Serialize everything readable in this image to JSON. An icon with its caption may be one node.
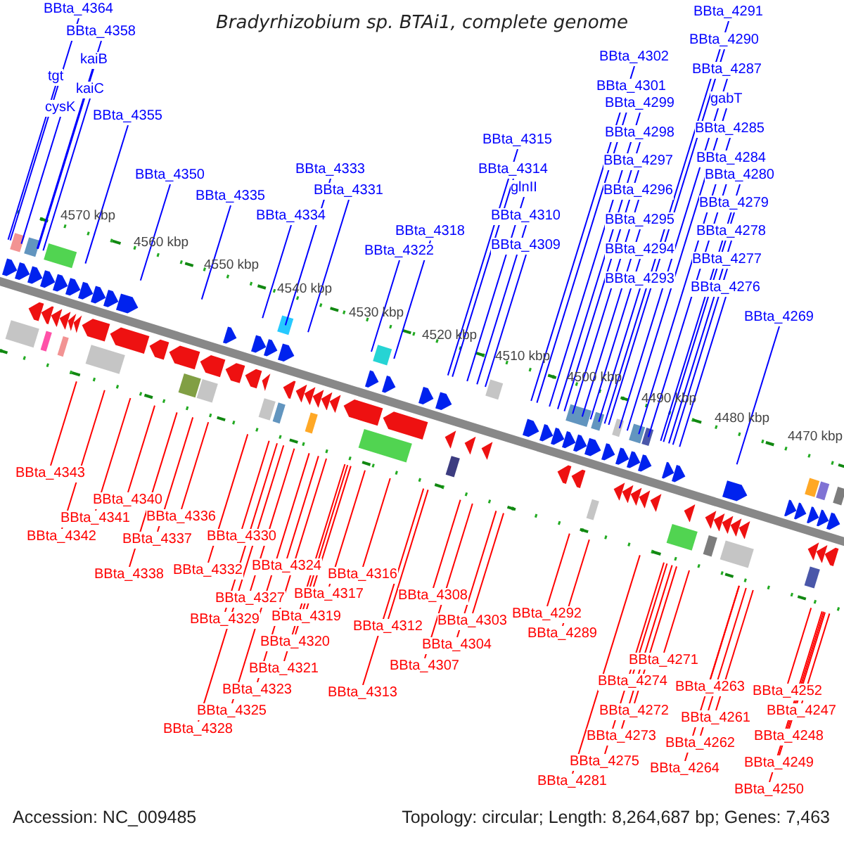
{
  "diagram": {
    "title": "Bradyrhizobium sp. BTAi1, complete genome",
    "nodes": [
      {
        "text": [
          "BBta_4364"
        ]
      },
      {
        "text": [
          "BBta_4358"
        ]
      },
      {
        "text": [
          "kaiB"
        ]
      },
      {
        "text": [
          "tgt"
        ]
      },
      {
        "text": [
          "kaiC"
        ]
      },
      {
        "text": [
          "cysK"
        ]
      },
      {
        "text": [
          "BBta_4355"
        ]
      },
      {
        "text": [
          "BBta_4350"
        ]
      },
      {
        "text": [
          "BBta_4335"
        ]
      },
      {
        "text": [
          "BBta_4333"
        ]
      },
      {
        "text": [
          "BBta_4334"
        ]
      },
      {
        "text": [
          "BBta_4331"
        ]
      },
      {
        "text": [
          "BBta_4318"
        ]
      },
      {
        "text": [
          "BBta_4322"
        ]
      },
      {
        "text": [
          "BBta_4315"
        ]
      },
      {
        "text": [
          "BBta_4314"
        ]
      },
      {
        "text": [
          "glnII"
        ]
      },
      {
        "text": [
          "BBta_4310"
        ]
      },
      {
        "text": [
          "BBta_4309"
        ]
      },
      {
        "text": [
          "BBta_4302"
        ]
      },
      {
        "text": [
          "BBta_4301"
        ]
      },
      {
        "text": [
          "BBta_4299"
        ]
      },
      {
        "text": [
          "BBta_4298"
        ]
      },
      {
        "text": [
          "BBta_4297"
        ]
      },
      {
        "text": [
          "BBta_4296"
        ]
      },
      {
        "text": [
          "BBta_4295"
        ]
      },
      {
        "text": [
          "BBta_4294"
        ]
      },
      {
        "text": [
          "BBta_4293"
        ]
      },
      {
        "text": [
          "BBta_4291"
        ]
      },
      {
        "text": [
          "BBta_4290"
        ]
      },
      {
        "text": [
          "BBta_4287"
        ]
      },
      {
        "text": [
          "gabT"
        ]
      },
      {
        "text": [
          "BBta_4285"
        ]
      },
      {
        "text": [
          "BBta_4284"
        ]
      },
      {
        "text": [
          "BBta_4280"
        ]
      },
      {
        "text": [
          "BBta_4279"
        ]
      },
      {
        "text": [
          "BBta_4278"
        ]
      },
      {
        "text": [
          "BBta_4277"
        ]
      },
      {
        "text": [
          "BBta_4276"
        ]
      },
      {
        "text": [
          "BBta_4269"
        ]
      },
      {
        "text": [
          "BBta_4343"
        ]
      },
      {
        "text": [
          "BBta_4340"
        ]
      },
      {
        "text": [
          "BBta_4341"
        ]
      },
      {
        "text": [
          "BBta_4336"
        ]
      },
      {
        "text": [
          "BBta_4342"
        ]
      },
      {
        "text": [
          "BBta_4337"
        ]
      },
      {
        "text": [
          "BBta_4330"
        ]
      },
      {
        "text": [
          "BBta_4338"
        ]
      },
      {
        "text": [
          "BBta_4332"
        ]
      },
      {
        "text": [
          "BBta_4324"
        ]
      },
      {
        "text": [
          "BBta_4316"
        ]
      },
      {
        "text": [
          "BBta_4327"
        ]
      },
      {
        "text": [
          "BBta_4317"
        ]
      },
      {
        "text": [
          "BBta_4329"
        ]
      },
      {
        "text": [
          "BBta_4319"
        ]
      },
      {
        "text": [
          "BBta_4312"
        ]
      },
      {
        "text": [
          "BBta_4320"
        ]
      },
      {
        "text": [
          "BBta_4321"
        ]
      },
      {
        "text": [
          "BBta_4313"
        ]
      },
      {
        "text": [
          "BBta_4323"
        ]
      },
      {
        "text": [
          "BBta_4325"
        ]
      },
      {
        "text": [
          "BBta_4328"
        ]
      },
      {
        "text": [
          "BBta_4308"
        ]
      },
      {
        "text": [
          "BBta_4303"
        ]
      },
      {
        "text": [
          "BBta_4304"
        ]
      },
      {
        "text": [
          "BBta_4307"
        ]
      },
      {
        "text": [
          "BBta_4292"
        ]
      },
      {
        "text": [
          "BBta_4289"
        ]
      },
      {
        "text": [
          "BBta_4271"
        ]
      },
      {
        "text": [
          "BBta_4274"
        ]
      },
      {
        "text": [
          "BBta_4263"
        ]
      },
      {
        "text": [
          "BBta_4252"
        ]
      },
      {
        "text": [
          "BBta_4272"
        ]
      },
      {
        "text": [
          "BBta_4261"
        ]
      },
      {
        "text": [
          "BBta_4247"
        ]
      },
      {
        "text": [
          "BBta_4273"
        ]
      },
      {
        "text": [
          "BBta_4262"
        ]
      },
      {
        "text": [
          "BBta_4248"
        ]
      },
      {
        "text": [
          "BBta_4275"
        ]
      },
      {
        "text": [
          "BBta_4249"
        ]
      },
      {
        "text": [
          "BBta_4264"
        ]
      },
      {
        "text": [
          "BBta_4281"
        ]
      },
      {
        "text": [
          "BBta_4250"
        ]
      }
    ],
    "edges": [
      {
        "from": 0,
        "to": null,
        "arrow": "none",
        "color": "#0000ff"
      },
      {
        "from": 1,
        "to": null,
        "arrow": "none",
        "color": "#0000ff"
      },
      {
        "from": 2,
        "to": null,
        "arrow": "none",
        "color": "#0000ff"
      },
      {
        "from": 3,
        "to": null,
        "arrow": "none",
        "color": "#0000ff"
      },
      {
        "from": 4,
        "to": null,
        "arrow": "none",
        "color": "#0000ff"
      },
      {
        "from": 5,
        "to": null,
        "arrow": "none",
        "color": "#0000ff"
      },
      {
        "from": 6,
        "to": null,
        "arrow": "none",
        "color": "#0000ff"
      },
      {
        "from": 7,
        "to": null,
        "arrow": "none",
        "color": "#0000ff"
      },
      {
        "from": 8,
        "to": null,
        "arrow": "none",
        "color": "#0000ff"
      },
      {
        "from": 9,
        "to": null,
        "arrow": "none",
        "color": "#0000ff"
      },
      {
        "from": 10,
        "to": null,
        "arrow": "none",
        "color": "#0000ff"
      },
      {
        "from": 11,
        "to": null,
        "arrow": "none",
        "color": "#0000ff"
      },
      {
        "from": 12,
        "to": null,
        "arrow": "none",
        "color": "#0000ff"
      },
      {
        "from": 13,
        "to": null,
        "arrow": "none",
        "color": "#0000ff"
      },
      {
        "from": 14,
        "to": null,
        "arrow": "none",
        "color": "#0000ff"
      },
      {
        "from": 15,
        "to": null,
        "arrow": "none",
        "color": "#0000ff"
      },
      {
        "from": 16,
        "to": null,
        "arrow": "none",
        "color": "#0000ff"
      },
      {
        "from": 17,
        "to": null,
        "arrow": "none",
        "color": "#0000ff"
      },
      {
        "from": 18,
        "to": null,
        "arrow": "none",
        "color": "#0000ff"
      },
      {
        "from": 19,
        "to": null,
        "arrow": "none",
        "color": "#0000ff"
      },
      {
        "from": 20,
        "to": null,
        "arrow": "none",
        "color": "#0000ff"
      },
      {
        "from": 21,
        "to": null,
        "arrow": "none",
        "color": "#0000ff"
      },
      {
        "from": 22,
        "to": null,
        "arrow": "none",
        "color": "#0000ff"
      },
      {
        "from": 23,
        "to": null,
        "arrow": "none",
        "color": "#0000ff"
      },
      {
        "from": 24,
        "to": null,
        "arrow": "none",
        "color": "#0000ff"
      },
      {
        "from": 25,
        "to": null,
        "arrow": "none",
        "color": "#0000ff"
      },
      {
        "from": 26,
        "to": null,
        "arrow": "none",
        "color": "#0000ff"
      },
      {
        "from": 27,
        "to": null,
        "arrow": "none",
        "color": "#0000ff"
      },
      {
        "from": 28,
        "to": null,
        "arrow": "none",
        "color": "#0000ff"
      },
      {
        "from": 29,
        "to": null,
        "arrow": "none",
        "color": "#0000ff"
      },
      {
        "from": 30,
        "to": null,
        "arrow": "none",
        "color": "#0000ff"
      },
      {
        "from": 31,
        "to": null,
        "arrow": "none",
        "color": "#0000ff"
      },
      {
        "from": 32,
        "to": null,
        "arrow": "none",
        "color": "#0000ff"
      },
      {
        "from": 33,
        "to": null,
        "arrow": "none",
        "color": "#0000ff"
      },
      {
        "from": 34,
        "to": null,
        "arrow": "none",
        "color": "#0000ff"
      },
      {
        "from": 35,
        "to": null,
        "arrow": "none",
        "color": "#0000ff"
      },
      {
        "from": 36,
        "to": null,
        "arrow": "none",
        "color": "#0000ff"
      },
      {
        "from": 37,
        "to": null,
        "arrow": "none",
        "color": "#0000ff"
      },
      {
        "from": 38,
        "to": null,
        "arrow": "none",
        "color": "#0000ff"
      },
      {
        "from": 39,
        "to": null,
        "arrow": "none",
        "color": "#0000ff"
      },
      {
        "from": 40,
        "to": null,
        "arrow": "none"
      },
      {
        "from": 41,
        "to": null,
        "arrow": "none"
      },
      {
        "from": 42,
        "to": null,
        "arrow": "none"
      },
      {
        "from": 43,
        "to": null,
        "arrow": "none"
      },
      {
        "from": 44,
        "to": null,
        "arrow": "none"
      },
      {
        "from": 45,
        "to": null,
        "arrow": "none"
      },
      {
        "from": 46,
        "to": null,
        "arrow": "none"
      },
      {
        "from": 47,
        "to": null,
        "arrow": "none"
      },
      {
        "from": 48,
        "to": null,
        "arrow": "none"
      },
      {
        "from": 49,
        "to": null,
        "arrow": "none"
      },
      {
        "from": 50,
        "to": null,
        "arrow": "none"
      },
      {
        "from": 51,
        "to": null,
        "arrow": "none"
      },
      {
        "from": 52,
        "to": null,
        "arrow": "none"
      },
      {
        "from": 53,
        "to": null,
        "arrow": "none"
      },
      {
        "from": 54,
        "to": null,
        "arrow": "none"
      },
      {
        "from": 55,
        "to": null,
        "arrow": "none"
      },
      {
        "from": 56,
        "to": null,
        "arrow": "none"
      },
      {
        "from": 57,
        "to": null,
        "arrow": "none"
      },
      {
        "from": 58,
        "to": null,
        "arrow": "none"
      },
      {
        "from": 59,
        "to": null,
        "arrow": "none"
      },
      {
        "from": 60,
        "to": null,
        "arrow": "none"
      },
      {
        "from": 61,
        "to": null,
        "arrow": "none"
      },
      {
        "from": 62,
        "to": null,
        "arrow": "none"
      },
      {
        "from": 63,
        "to": null,
        "arrow": "none"
      },
      {
        "from": 64,
        "to": null,
        "arrow": "none"
      },
      {
        "from": 65,
        "to": null,
        "arrow": "none"
      },
      {
        "from": 66,
        "to": null,
        "arrow": "none"
      },
      {
        "from": 67,
        "to": null,
        "arrow": "none"
      },
      {
        "from": 68,
        "to": null,
        "arrow": "none"
      },
      {
        "from": 69,
        "to": null,
        "arrow": "none"
      },
      {
        "from": 70,
        "to": null,
        "arrow": "none"
      },
      {
        "from": 71,
        "to": null,
        "arrow": "none"
      },
      {
        "from": 72,
        "to": null,
        "arrow": "none"
      },
      {
        "from": 73,
        "to": null,
        "arrow": "none"
      },
      {
        "from": 74,
        "to": null,
        "arrow": "none"
      },
      {
        "from": 75,
        "to": null,
        "arrow": "none"
      },
      {
        "from": 76,
        "to": null,
        "arrow": "none"
      },
      {
        "from": 77,
        "to": null,
        "arrow": "none"
      },
      {
        "from": 78,
        "to": null,
        "arrow": "none"
      },
      {
        "from": 79,
        "to": null,
        "arrow": "none"
      },
      {
        "from": 80,
        "to": null,
        "arrow": "none"
      },
      {
        "from": 81,
        "to": null,
        "arrow": "none"
      },
      {
        "from": 82,
        "to": null,
        "arrow": "none"
      }
    ],
    "labels": [
      "4570 kbp",
      "4560 kbp",
      "4550 kbp",
      "4540 kbp",
      "4530 kbp",
      "4520 kbp",
      "4510 kbp",
      "4500 kbp",
      "4490 kbp",
      "4480 kbp",
      "4470 kbp",
      "Accession: NC_009485",
      "Topology: circular; Length: 8,264,687 bp; Genes: 7,463"
    ]
  }
}
